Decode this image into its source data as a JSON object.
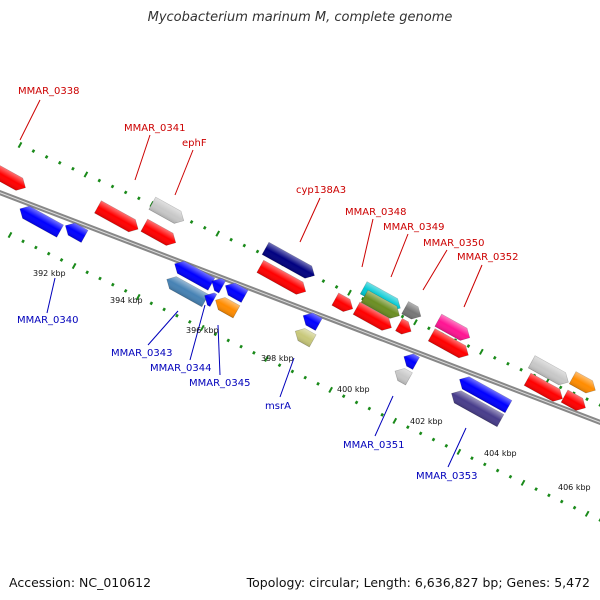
{
  "title": "Mycobacterium marinum M, complete genome",
  "footer": {
    "accession": "Accession: NC_010612",
    "summary": "Topology: circular; Length: 6,636,827 bp; Genes: 5,472"
  },
  "colors": {
    "forward_label": "#cc0000",
    "reverse_label": "#0000bb",
    "backbone": "#888888",
    "ruler": "#1a8a1a"
  },
  "ticks": [
    "392 kbp",
    "394 kbp",
    "396 kbp",
    "398 kbp",
    "400 kbp",
    "402 kbp",
    "404 kbp",
    "406 kbp"
  ],
  "forward_labels": [
    "MMAR_0338",
    "MMAR_0341",
    "ephF",
    "cyp138A3",
    "MMAR_0348",
    "MMAR_0349",
    "MMAR_0350",
    "MMAR_0352"
  ],
  "reverse_labels": [
    "MMAR_0340",
    "MMAR_0343",
    "MMAR_0344",
    "MMAR_0345",
    "msrA",
    "MMAR_0351",
    "MMAR_0353"
  ]
}
